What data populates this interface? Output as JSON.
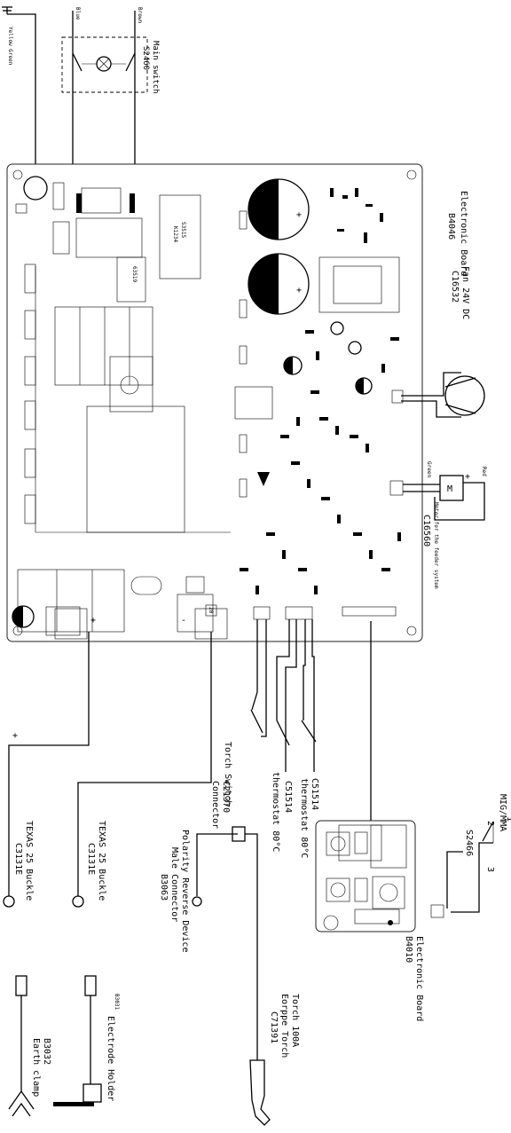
{
  "labels": {
    "yellow_green": "Yellow Green",
    "blue": "Blue",
    "brown": "Brown",
    "main_switch": "Main switch",
    "main_switch_code": "S2460",
    "board_b4046": "Electronic Board",
    "board_b4046_code": "B4046",
    "fan": "Fan 24V DC",
    "fan_code": "C16532",
    "green": "Green",
    "red": "Red",
    "motor": "Motor for the feeder system",
    "motor_code": "C16560",
    "torch_switch": "Torch Switch",
    "thermostat_1": "thermostat 80°C",
    "thermostat_1_code": "C51514",
    "thermostat_2": "thermostat 80°C",
    "thermostat_2_code": "C51514",
    "mig_mma": "MIG/MMA",
    "switch_code": "S2466",
    "board_b4010": "Electronic Board",
    "board_b4010_code": "B4010",
    "texas_1": "TEXAS 25 Buckle",
    "texas_1_code": "C3131E",
    "texas_2": "TEXAS 25 Buckle",
    "texas_2_code": "C3131E",
    "polarity_1": "Polarity Reverse Device",
    "polarity_2": "Male Connector",
    "polarity_code": "B3063",
    "connector": "Connector",
    "connector_code": "C21370",
    "torch_1": "Torch 100A",
    "torch_2": "Eorppe Torch",
    "torch_code": "C71391",
    "earth_code": "B3032",
    "earth": "Earth clamp",
    "electrode_code": "B3031",
    "electrode": "Electrode Holder",
    "plus": "+",
    "minus": "-",
    "pin_1": "1",
    "pin_2": "2",
    "pin_3": "3",
    "motor_symbol": "M",
    "motor_plus": "+",
    "cap_plus": "+",
    "relay_1": "S3515",
    "relay_2": "K1234",
    "part_63519": "63519",
    "chip_20": "20"
  }
}
